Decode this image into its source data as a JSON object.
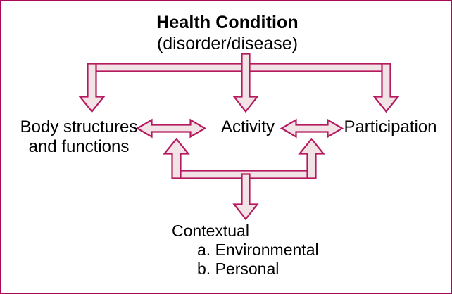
{
  "figure": {
    "name": "icf-model-diagram",
    "border_color": "#a90a55",
    "background_color": "#ffffff"
  },
  "colors": {
    "arrow_stroke": "#b51a5e",
    "arrow_fill": "#f2e3e6",
    "arrow_highlight": "#d9779e",
    "text": "#000000",
    "border": "#a90a55"
  },
  "nodes": {
    "health_condition": {
      "title": "Health Condition",
      "subtitle": "(disorder/disease)"
    },
    "body_structures": {
      "line1": "Body structures",
      "line2": "and functions"
    },
    "activity": {
      "label": "Activity"
    },
    "participation": {
      "label": "Participation"
    },
    "contextual": {
      "heading": "Contextual",
      "item_a": "a. Environmental",
      "item_b": "b. Personal"
    }
  },
  "connectors": [
    {
      "name": "health-to-body-arrow",
      "direction": "down"
    },
    {
      "name": "health-to-activity-arrow",
      "direction": "down"
    },
    {
      "name": "health-to-participation-arrow",
      "direction": "down"
    },
    {
      "name": "body-activity-arrow",
      "direction": "bidirectional-horizontal"
    },
    {
      "name": "activity-participation-arrow",
      "direction": "bidirectional-horizontal"
    },
    {
      "name": "contextual-to-body-arrow",
      "direction": "up"
    },
    {
      "name": "contextual-to-participation-arrow",
      "direction": "up"
    },
    {
      "name": "activity-to-contextual-arrow",
      "direction": "down"
    }
  ]
}
